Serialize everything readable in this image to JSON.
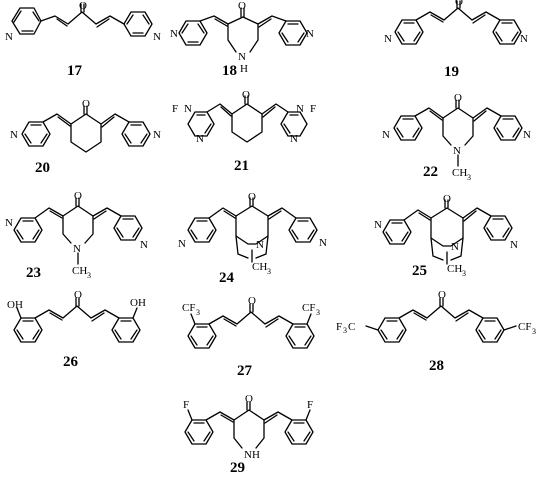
{
  "compounds": [
    {
      "number": "17",
      "atoms": [
        "N",
        "O",
        "N"
      ]
    },
    {
      "number": "18",
      "atoms": [
        "N",
        "O",
        "N",
        "N",
        "H"
      ]
    },
    {
      "number": "19",
      "atoms": [
        "N",
        "O",
        "N"
      ]
    },
    {
      "number": "20",
      "atoms": [
        "N",
        "O",
        "N"
      ]
    },
    {
      "number": "21",
      "atoms": [
        "F",
        "N",
        "N",
        "O",
        "N",
        "N",
        "F"
      ]
    },
    {
      "number": "22",
      "atoms": [
        "N",
        "O",
        "N",
        "N",
        "CH",
        "3"
      ]
    },
    {
      "number": "23",
      "atoms": [
        "N",
        "O",
        "N",
        "N",
        "CH",
        "3"
      ]
    },
    {
      "number": "24",
      "atoms": [
        "N",
        "O",
        "N",
        "N",
        "CH",
        "3"
      ]
    },
    {
      "number": "25",
      "atoms": [
        "N",
        "O",
        "N",
        "N",
        "CH",
        "3"
      ]
    },
    {
      "number": "26",
      "atoms": [
        "OH",
        "O",
        "OH"
      ]
    },
    {
      "number": "27",
      "atoms": [
        "CF",
        "3",
        "O",
        "CF",
        "3"
      ]
    },
    {
      "number": "28",
      "atoms": [
        "F",
        "3",
        "C",
        "O",
        "CF",
        "3"
      ]
    },
    {
      "number": "29",
      "atoms": [
        "F",
        "O",
        "F",
        "N",
        "H"
      ]
    }
  ]
}
